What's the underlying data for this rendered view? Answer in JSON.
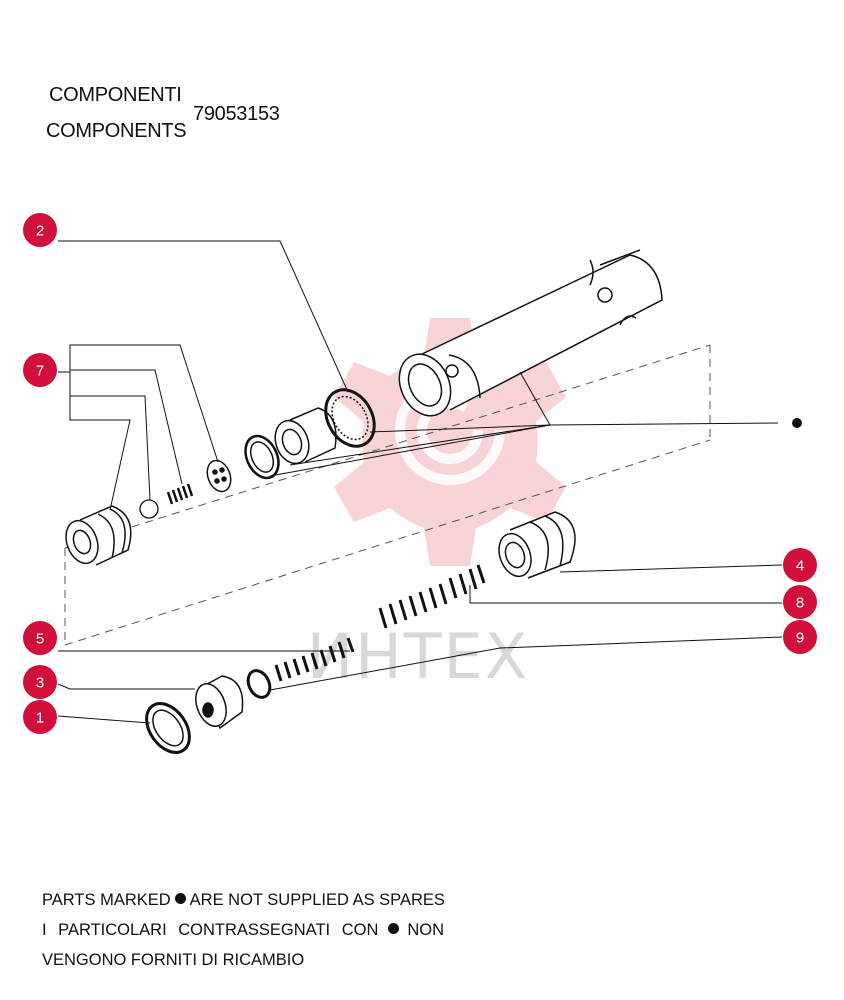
{
  "header": {
    "title_it": "COMPONENTI",
    "title_en": "COMPONENTS",
    "part_number": "79053153"
  },
  "watermark": {
    "text": "ИНТЕХ",
    "color": "#e23a44"
  },
  "callouts": {
    "c1": "1",
    "c2": "2",
    "c3": "3",
    "c4": "4",
    "c5": "5",
    "c7": "7",
    "c8": "8",
    "c9": "9"
  },
  "colors": {
    "callout": "#d0103a",
    "line": "#111111"
  },
  "footer": {
    "line1_before": "PARTS MARKED",
    "line1_after": "ARE NOT SUPPLIED AS SPARES",
    "line2_before": "I PARTICOLARI CONTRASSEGNATI CON",
    "line2_after": "NON",
    "line3": "VENGONO FORNITI DI RICAMBIO"
  }
}
